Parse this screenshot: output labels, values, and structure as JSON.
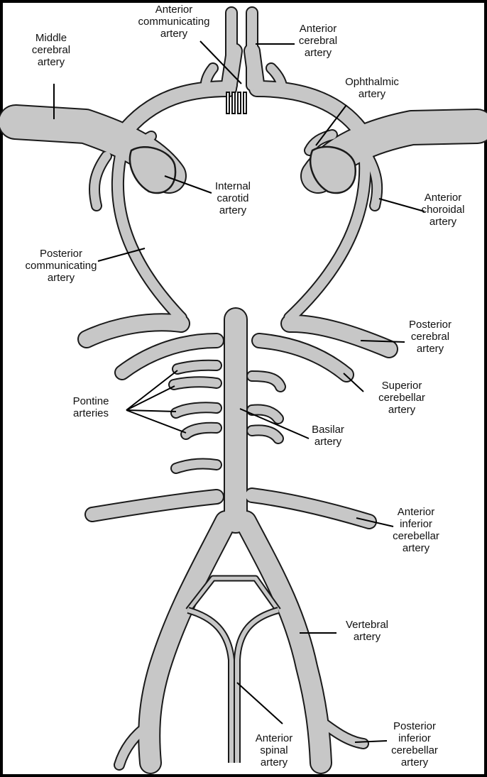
{
  "colors": {
    "vessel_fill": "#c7c7c7",
    "vessel_outline": "#1a1a1a",
    "frame": "#000000",
    "background": "#ffffff"
  },
  "labels": {
    "anterior_communicating": [
      "Anterior",
      "communicating",
      "artery"
    ],
    "anterior_cerebral": [
      "Anterior",
      "cerebral",
      "artery"
    ],
    "middle_cerebral": [
      "Middle",
      "cerebral",
      "artery"
    ],
    "ophthalmic": [
      "Ophthalmic",
      "artery"
    ],
    "internal_carotid": [
      "Internal",
      "carotid",
      "artery"
    ],
    "anterior_choroidal": [
      "Anterior",
      "choroidal",
      "artery"
    ],
    "posterior_communicating": [
      "Posterior",
      "communicating",
      "artery"
    ],
    "posterior_cerebral": [
      "Posterior",
      "cerebral",
      "artery"
    ],
    "pontine": [
      "Pontine",
      "arteries"
    ],
    "superior_cerebellar": [
      "Superior",
      "cerebellar",
      "artery"
    ],
    "basilar": [
      "Basilar",
      "artery"
    ],
    "anterior_inferior_cerebellar": [
      "Anterior",
      "inferior",
      "cerebellar",
      "artery"
    ],
    "vertebral": [
      "Vertebral",
      "artery"
    ],
    "anterior_spinal": [
      "Anterior",
      "spinal",
      "artery"
    ],
    "posterior_inferior_cerebellar": [
      "Posterior",
      "inferior",
      "cerebellar",
      "artery"
    ]
  }
}
